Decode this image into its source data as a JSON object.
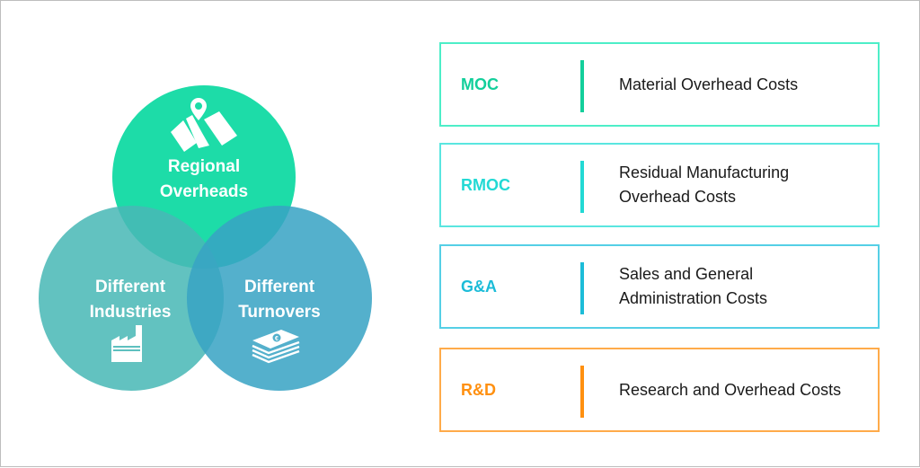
{
  "venn": {
    "circles": [
      {
        "id": "regional",
        "line1": "Regional",
        "line2": "Overheads",
        "icon": "map-pin-icon",
        "color": "#1ddca8"
      },
      {
        "id": "industries",
        "line1": "Different",
        "line2": "Industries",
        "icon": "factory-icon",
        "color": "#5ec0bf"
      },
      {
        "id": "turnovers",
        "line1": "Different",
        "line2": "Turnovers",
        "icon": "money-stack-icon",
        "color": "#52b0cc"
      }
    ]
  },
  "cost_types": [
    {
      "abbr": "MOC",
      "line1": "Material Overhead Costs",
      "line2": "",
      "color": "#13cf9b",
      "border": "#4deec8"
    },
    {
      "abbr": "RMOC",
      "line1": "Residual Manufacturing",
      "line2": "Overhead Costs",
      "color": "#22d9d4",
      "border": "#5ae6e0"
    },
    {
      "abbr": "G&A",
      "line1": "Sales and General",
      "line2": "Administration Costs",
      "color": "#1cbcd8",
      "border": "#55cfe6"
    },
    {
      "abbr": "R&D",
      "line1": "Research and Overhead Costs",
      "line2": "",
      "color": "#ff9010",
      "border": "#ffab4a"
    }
  ]
}
